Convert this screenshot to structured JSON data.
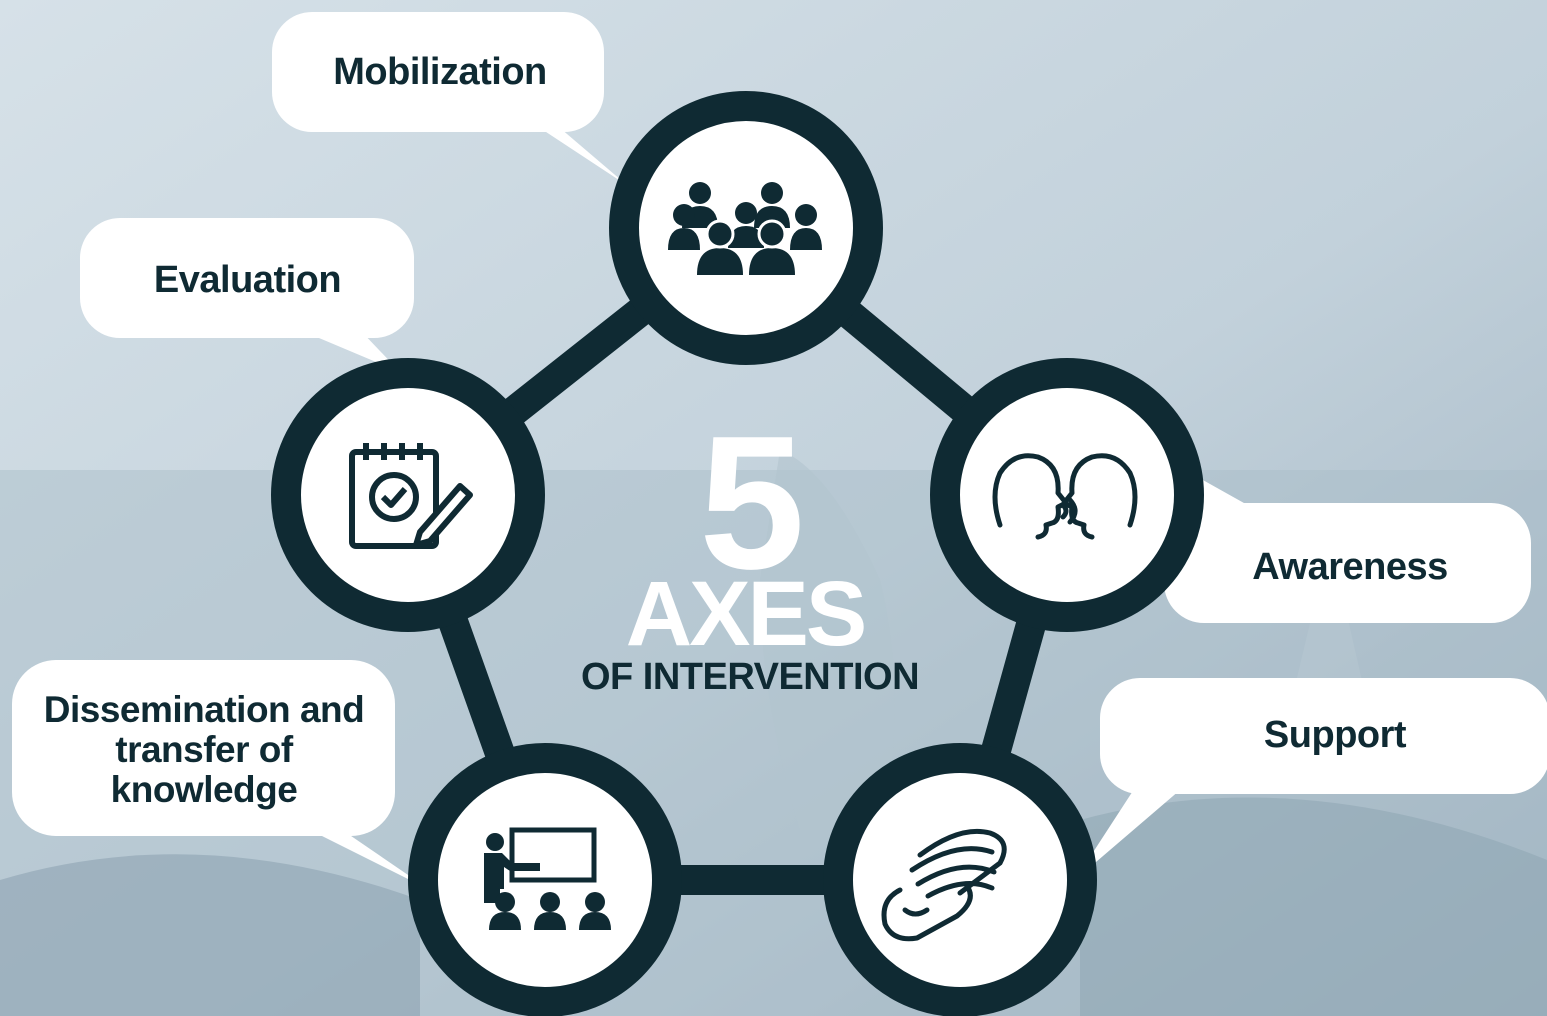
{
  "center": {
    "number": "5",
    "word": "AXES",
    "subtitle": "OF INTERVENTION"
  },
  "axes": [
    {
      "label": "Mobilization",
      "icon": "group-of-people-icon"
    },
    {
      "label": "Awareness",
      "icon": "two-heads-talking-icon"
    },
    {
      "label": "Support",
      "icon": "helping-hands-icon"
    },
    {
      "label": "Dissemination and transfer of knowledge",
      "icon": "teacher-presentation-icon"
    },
    {
      "label": "Evaluation",
      "icon": "checklist-pencil-icon"
    }
  ],
  "colors": {
    "ring": "#0f2a33",
    "bubble": "#ffffff",
    "text": "#0f2a33",
    "background": "#c6d3dc"
  }
}
